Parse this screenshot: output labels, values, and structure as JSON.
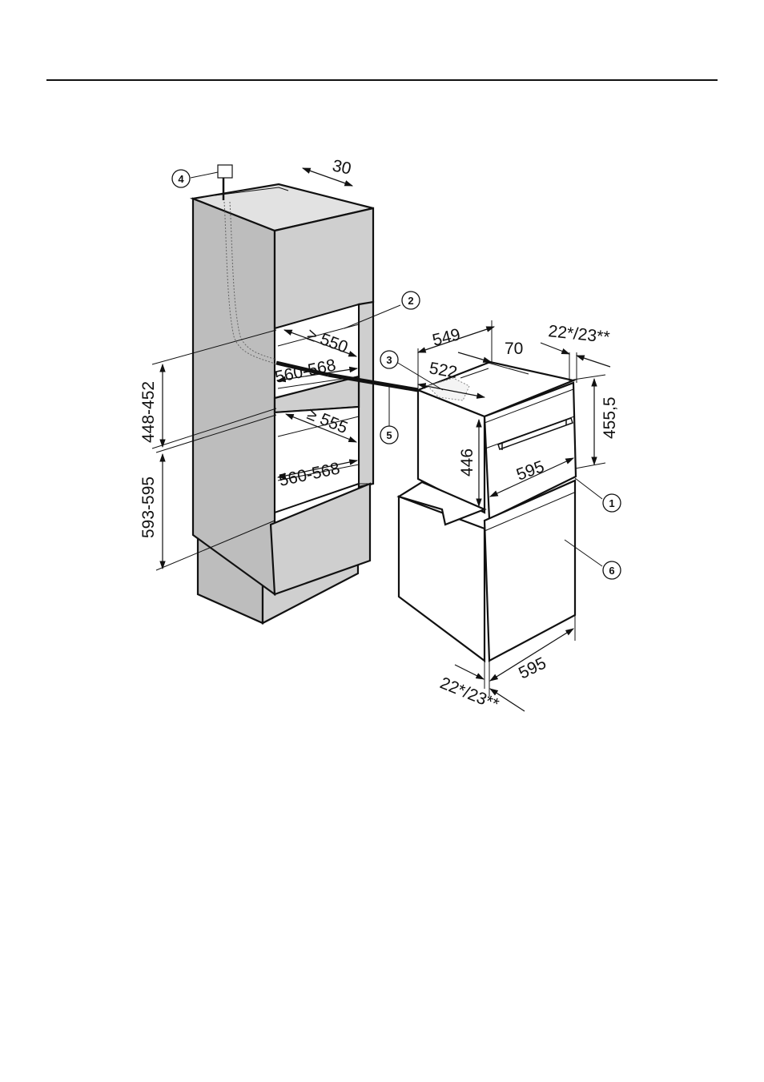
{
  "dimensions": {
    "niche_depth_top": "30",
    "upper_depth": "≥ 550",
    "upper_width": "560-568",
    "upper_height": "448-452",
    "lower_depth": "≥ 555",
    "lower_width": "560-568",
    "lower_height": "593-595",
    "app_depth_total": "549",
    "app_front_offset": "70",
    "app_body_depth": "522",
    "app_front_thickness_top": "22*/23**",
    "app_height_total": "455,5",
    "app_body_height": "446",
    "app_width": "595",
    "oven_width": "595",
    "oven_front_thickness": "22*/23**"
  },
  "callouts": [
    "1",
    "2",
    "3",
    "4",
    "5",
    "6"
  ]
}
